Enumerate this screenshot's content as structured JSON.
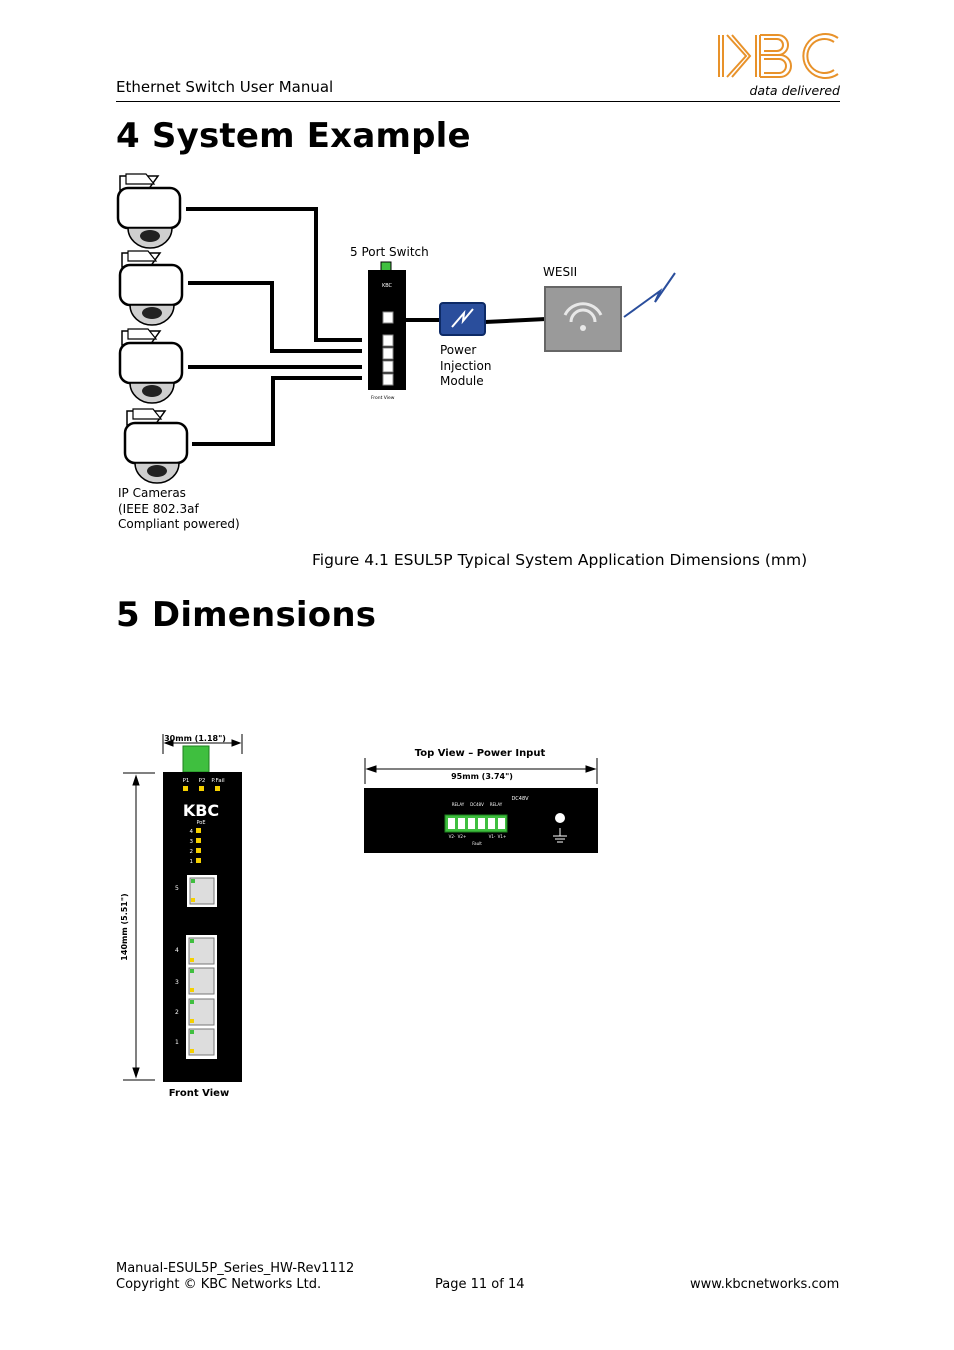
{
  "header": {
    "title": "Ethernet Switch User Manual",
    "logo_text": "KBC",
    "tagline": "data delivered"
  },
  "section4": {
    "heading": "4 System Example",
    "labels": {
      "switch": "5 Port Switch",
      "wesii": "WESII",
      "pim_lines": [
        "Power",
        "Injection",
        "Module"
      ],
      "cameras_lines": [
        "IP Cameras",
        "(IEEE 802.3af",
        "Compliant powered)"
      ],
      "front_view": "Front View"
    },
    "caption": "Figure 4.1 ESUL5P Typical System Application Dimensions (mm)"
  },
  "section5": {
    "heading": "5 Dimensions",
    "front": {
      "width_label": "30mm (1.18\")",
      "height_label": "140mm (5.51\")",
      "leds": [
        "P1",
        "P2",
        "P.Fail"
      ],
      "port_led_title": "PoE",
      "port_led_nums": [
        "4",
        "3",
        "2",
        "1"
      ],
      "port_nums": [
        "5",
        "4",
        "3",
        "2",
        "1"
      ],
      "logo": "KBC",
      "view_label": "Front View"
    },
    "top": {
      "title": "Top View – Power Input",
      "width_label": "95mm (3.74\")",
      "dc_label": "DC48V",
      "pin_labels_top": [
        "RELAY",
        "DC48V",
        "RELAY"
      ],
      "pin_labels_bottom": [
        "V2-",
        "V2+",
        "V1-",
        "V1+"
      ],
      "fault_label": "Fault"
    }
  },
  "footer": {
    "doc_id": "Manual-ESUL5P_Series_HW-Rev1112",
    "copyright": "Copyright © KBC Networks Ltd.",
    "page": "Page 11 of 14",
    "website": "www.kbcnetworks.com"
  }
}
